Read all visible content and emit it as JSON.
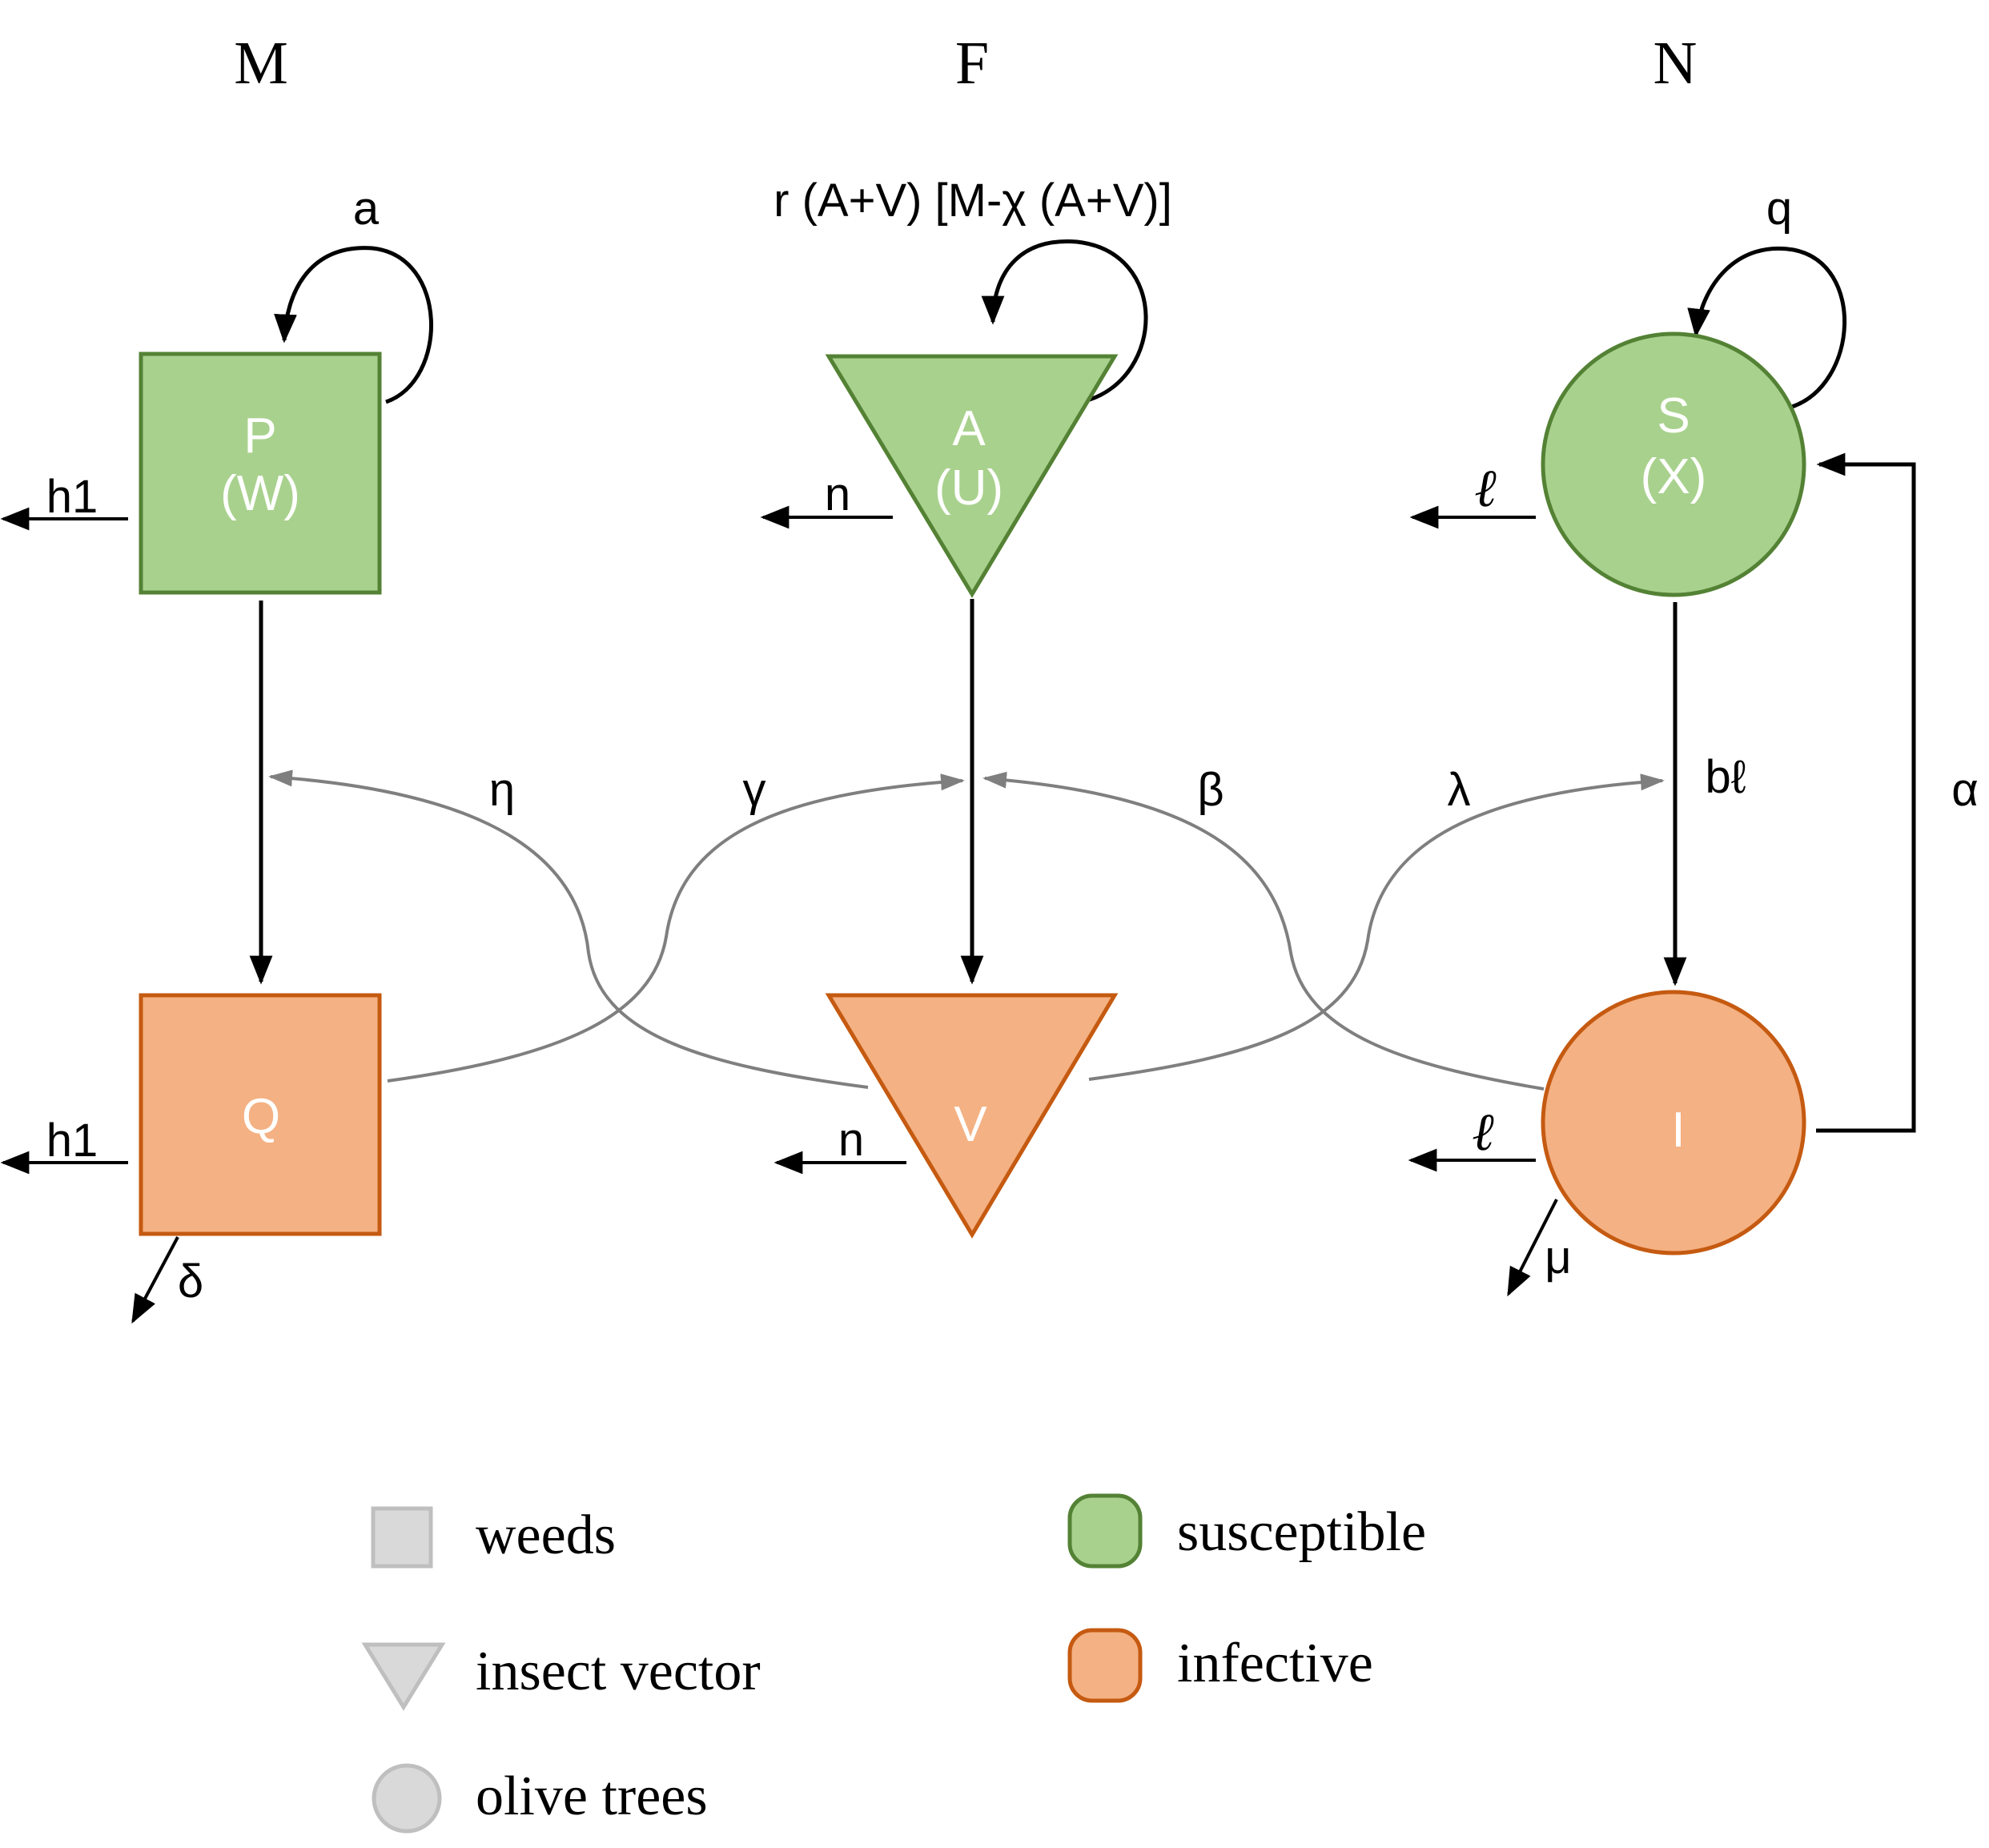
{
  "columns": {
    "weeds": "M",
    "vectors": "F",
    "trees": "N"
  },
  "nodes": {
    "P": {
      "line1": "P",
      "line2": "(W)"
    },
    "Q": {
      "line1": "Q"
    },
    "A": {
      "line1": "A",
      "line2": "(U)"
    },
    "V": {
      "line1": "V"
    },
    "S": {
      "line1": "S",
      "line2": "(X)"
    },
    "I": {
      "line1": "I"
    }
  },
  "rates": {
    "a": "a",
    "vector_growth": "r (A+V) [M-χ (A+V)]",
    "q": "q",
    "h1_top": "h1",
    "h1_bottom": "h1",
    "n_top": "n",
    "n_bottom": "n",
    "l_top": "ℓ",
    "l_bottom": "ℓ",
    "eta": "η",
    "gamma": "γ",
    "beta": "β",
    "lambda": "λ",
    "b_l": "bℓ",
    "alpha": "α",
    "delta": "δ",
    "mu": "μ"
  },
  "legend": {
    "shapes": [
      {
        "icon": "square-icon",
        "label": "weeds"
      },
      {
        "icon": "triangle-icon",
        "label": "insect vector"
      },
      {
        "icon": "circle-icon",
        "label": "olive trees"
      }
    ],
    "states": [
      {
        "icon": "green-swatch",
        "label": "susceptible"
      },
      {
        "icon": "orange-swatch",
        "label": "infective"
      }
    ]
  },
  "colors": {
    "susceptible_fill": "#a9d18e",
    "susceptible_stroke": "#548235",
    "infective_fill": "#f4b183",
    "infective_stroke": "#c55a11",
    "legend_gray_fill": "#d9d9d9",
    "legend_gray_stroke": "#bfbfbf",
    "transmission_arrow": "#7f7f7f"
  }
}
